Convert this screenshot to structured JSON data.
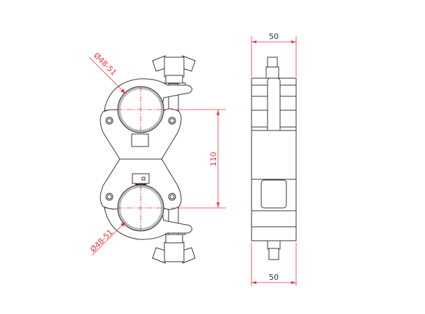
{
  "front_view": {
    "diameter_top": "Ø48-51",
    "diameter_bottom": "Ø48-51",
    "center_distance": "110"
  },
  "side_view": {
    "width_top": "50",
    "width_bottom": "50"
  },
  "colors": {
    "dimension": "#e8323c",
    "outline": "#333333",
    "tube_ring": "#bbbbbb"
  }
}
